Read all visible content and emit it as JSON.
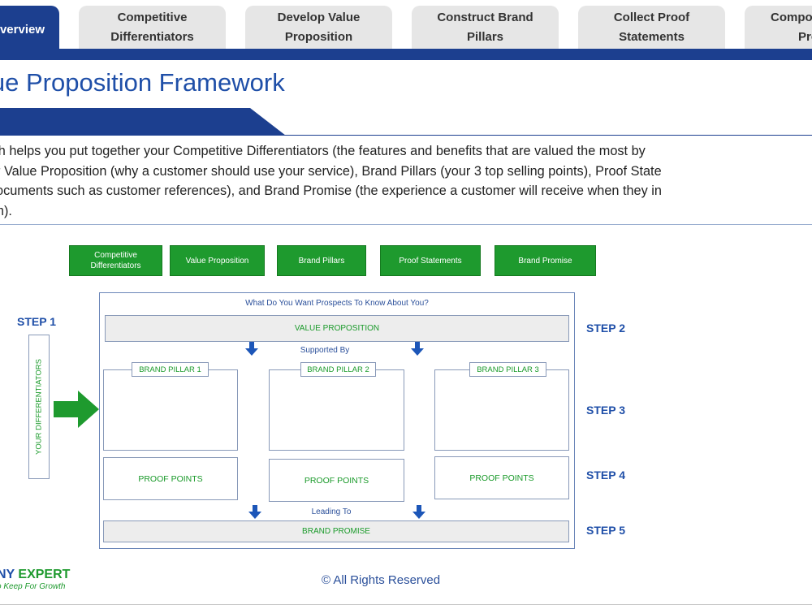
{
  "tabs": [
    {
      "label": "verview",
      "active": true
    },
    {
      "label_line1": "Competitive",
      "label_line2": "Differentiators"
    },
    {
      "label_line1": "Develop Value",
      "label_line2": "Proposition"
    },
    {
      "label_line1": "Construct Brand",
      "label_line2": "Pillars"
    },
    {
      "label_line1": "Collect Proof",
      "label_line2": "Statements"
    },
    {
      "label_line1": "Compo",
      "label_line2": "Pro"
    }
  ],
  "page": {
    "title": "lue Proposition Framework",
    "intro_lines": [
      "ich helps you put together your Competitive Differentiators (the features and benefits that are valued the most by",
      "ur Value Proposition (why a customer should use your service), Brand Pillars (your 3 top selling points), Proof State",
      "documents such as customer references), and Brand Promise (the experience a customer will receive when they in",
      "rm)."
    ]
  },
  "diagram": {
    "top_boxes": [
      {
        "line1": "Competitive",
        "line2": "Differentiators"
      },
      {
        "line1": "Value Proposition",
        "line2": ""
      },
      {
        "line1": "Brand Pillars",
        "line2": ""
      },
      {
        "line1": "Proof Statements",
        "line2": ""
      },
      {
        "line1": "Brand Promise",
        "line2": ""
      }
    ],
    "frame_title": "What Do You Want Prospects To Know About You?",
    "value_proposition": "VALUE PROPOSITION",
    "supported_by": "Supported By",
    "pillars": [
      "BRAND PILLAR 1",
      "BRAND PILLAR 2",
      "BRAND PILLAR 3"
    ],
    "proof_points": [
      "PROOF POINTS",
      "PROOF POINTS",
      "PROOF POINTS"
    ],
    "leading_to": "Leading To",
    "brand_promise": "BRAND PROMISE",
    "differentiators": "YOUR DIFFERENTIATORS",
    "steps": [
      "STEP 1",
      "STEP 2",
      "STEP 3",
      "STEP 4",
      "STEP 5"
    ]
  },
  "footer": {
    "logo_main_a": "NY ",
    "logo_main_b": "EXPERT",
    "logo_sub": "o Keep For Growth",
    "copyright": "© All Rights Reserved"
  },
  "colors": {
    "brand_blue": "#1c3f8f",
    "title_blue": "#1f4fa8",
    "green": "#1e9a2e"
  }
}
